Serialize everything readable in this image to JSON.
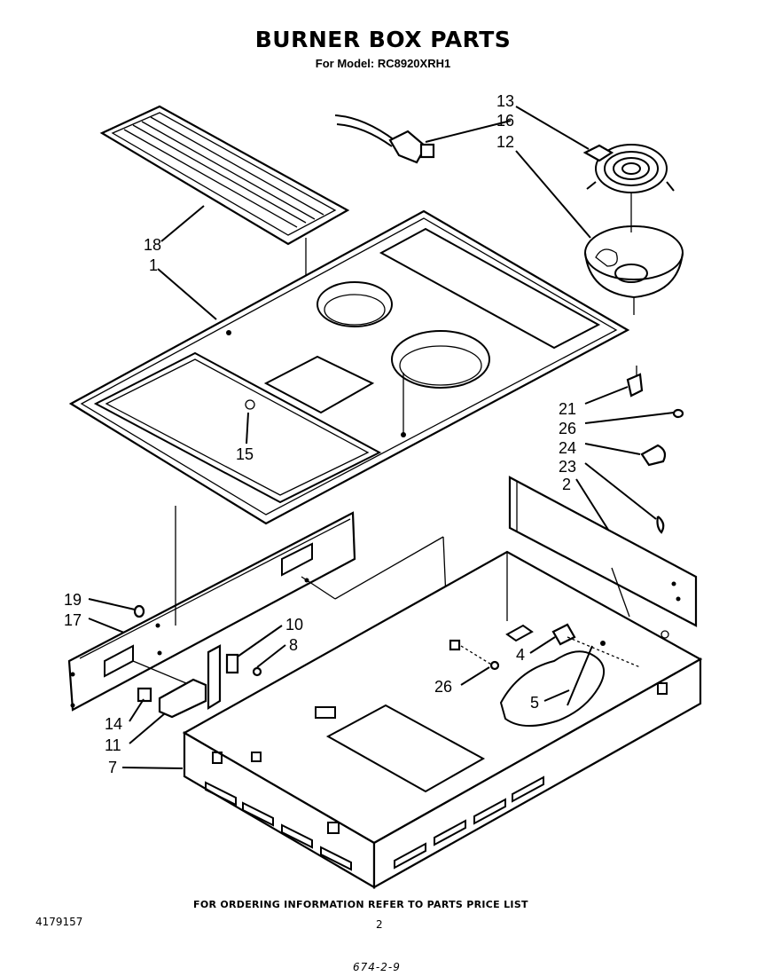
{
  "header": {
    "title": "BURNER BOX PARTS",
    "subtitle": "For Model: RC8920XRH1"
  },
  "footer": {
    "order_info": "FOR ORDERING INFORMATION REFER TO PARTS PRICE LIST",
    "part_number": "4179157",
    "page": "2",
    "code": "674-2-9"
  },
  "callouts": {
    "c13": "13",
    "c16": "16",
    "c12": "12",
    "c18": "18",
    "c1": "1",
    "c15": "15",
    "c21": "21",
    "c26a": "26",
    "c24": "24",
    "c23": "23",
    "c2": "2",
    "c19": "19",
    "c17": "17",
    "c10": "10",
    "c8": "8",
    "c4": "4",
    "c26b": "26",
    "c5": "5",
    "c14": "14",
    "c11": "11",
    "c7": "7"
  }
}
